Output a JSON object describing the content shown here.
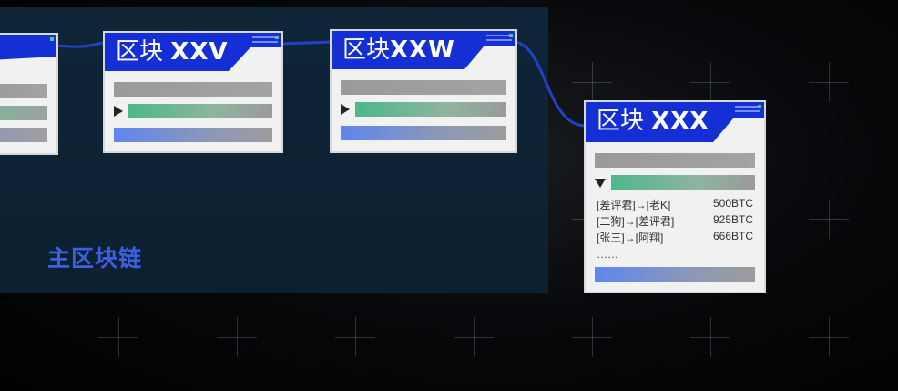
{
  "main_chain": {
    "label": "主区块链"
  },
  "blocks": [
    {
      "id": "partial",
      "prefix": "",
      "num": ""
    },
    {
      "id": "xxv",
      "prefix": "区块",
      "num": "XXV"
    },
    {
      "id": "xxw",
      "prefix": "区块",
      "num": "XXW"
    },
    {
      "id": "xxx",
      "prefix": "区块",
      "num": "XXX"
    }
  ],
  "transactions": [
    {
      "from_to": "[差评君]→[老K]",
      "amount": "500BTC"
    },
    {
      "from_to": "[二狗]→[差评君]",
      "amount": "925BTC"
    },
    {
      "from_to": "[张三]→[阿翔]",
      "amount": "666BTC"
    }
  ],
  "ellipsis": "……",
  "colors": {
    "header_blue": "#1430d4",
    "chain_line": "#2340c8",
    "main_chain_bg": "#0f2538",
    "label_blue": "#3d5fe0",
    "bar_green": "#4cb889",
    "bar_blue": "#5f86ee",
    "bar_gray": "#9a9a9a"
  }
}
